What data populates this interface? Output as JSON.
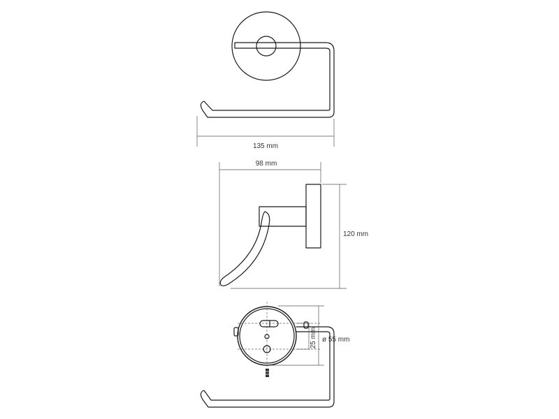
{
  "dimensions": {
    "width_label": "135 mm",
    "depth_label": "98 mm",
    "height_label": "120 mm",
    "hole_spacing_label": "25 mm",
    "diameter_label": "ø 55 mm"
  }
}
